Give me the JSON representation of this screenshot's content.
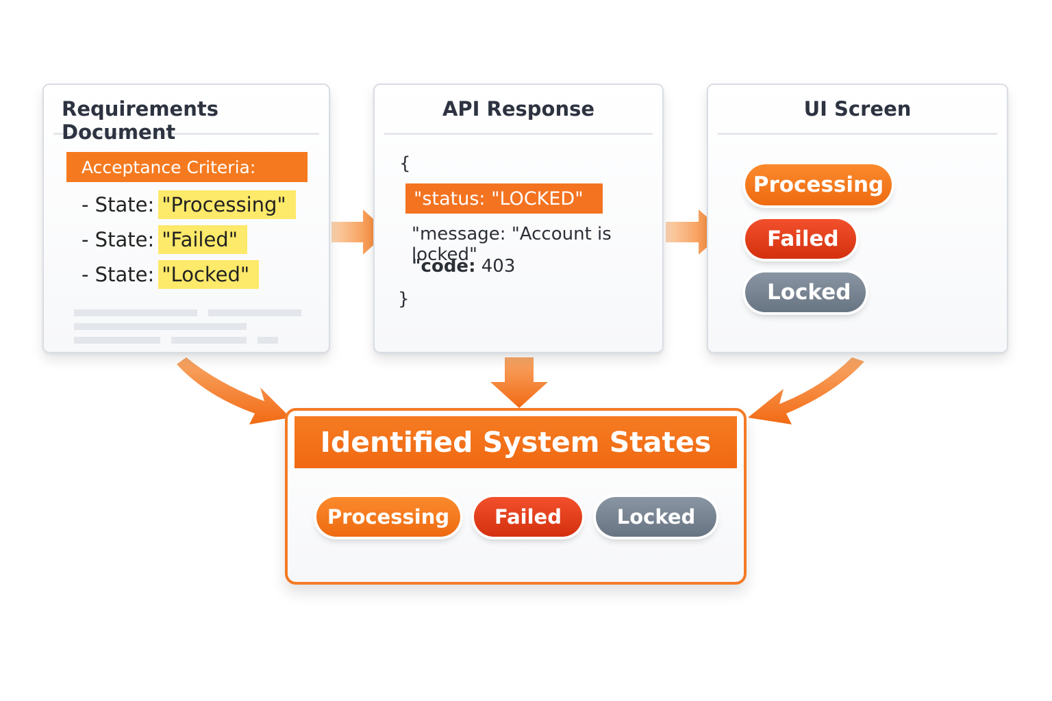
{
  "requirements": {
    "title": "Requirements Document",
    "criteria_label": "Acceptance Criteria:",
    "states": [
      {
        "prefix": "- State:",
        "value": "\"Processing\""
      },
      {
        "prefix": "- State:",
        "value": "\"Failed\""
      },
      {
        "prefix": "- State:",
        "value": "\"Locked\""
      }
    ]
  },
  "api": {
    "title": "API Response",
    "open_brace": "{",
    "status_line": "\"status: \"LOCKED\"",
    "message_key": "\"message:",
    "message_value": "\"Account is locked\"",
    "code_key": "\"code:",
    "code_value": "403",
    "close_brace": "}"
  },
  "ui_screen": {
    "title": "UI Screen",
    "badges": [
      "Processing",
      "Failed",
      "Locked"
    ]
  },
  "result": {
    "title": "Identified System States",
    "badges": [
      "Processing",
      "Failed",
      "Locked"
    ]
  },
  "colors": {
    "accent_orange": "#f37321",
    "failed_red": "#e0391a",
    "locked_gray": "#76818f",
    "highlight_yellow": "#fde96a"
  }
}
